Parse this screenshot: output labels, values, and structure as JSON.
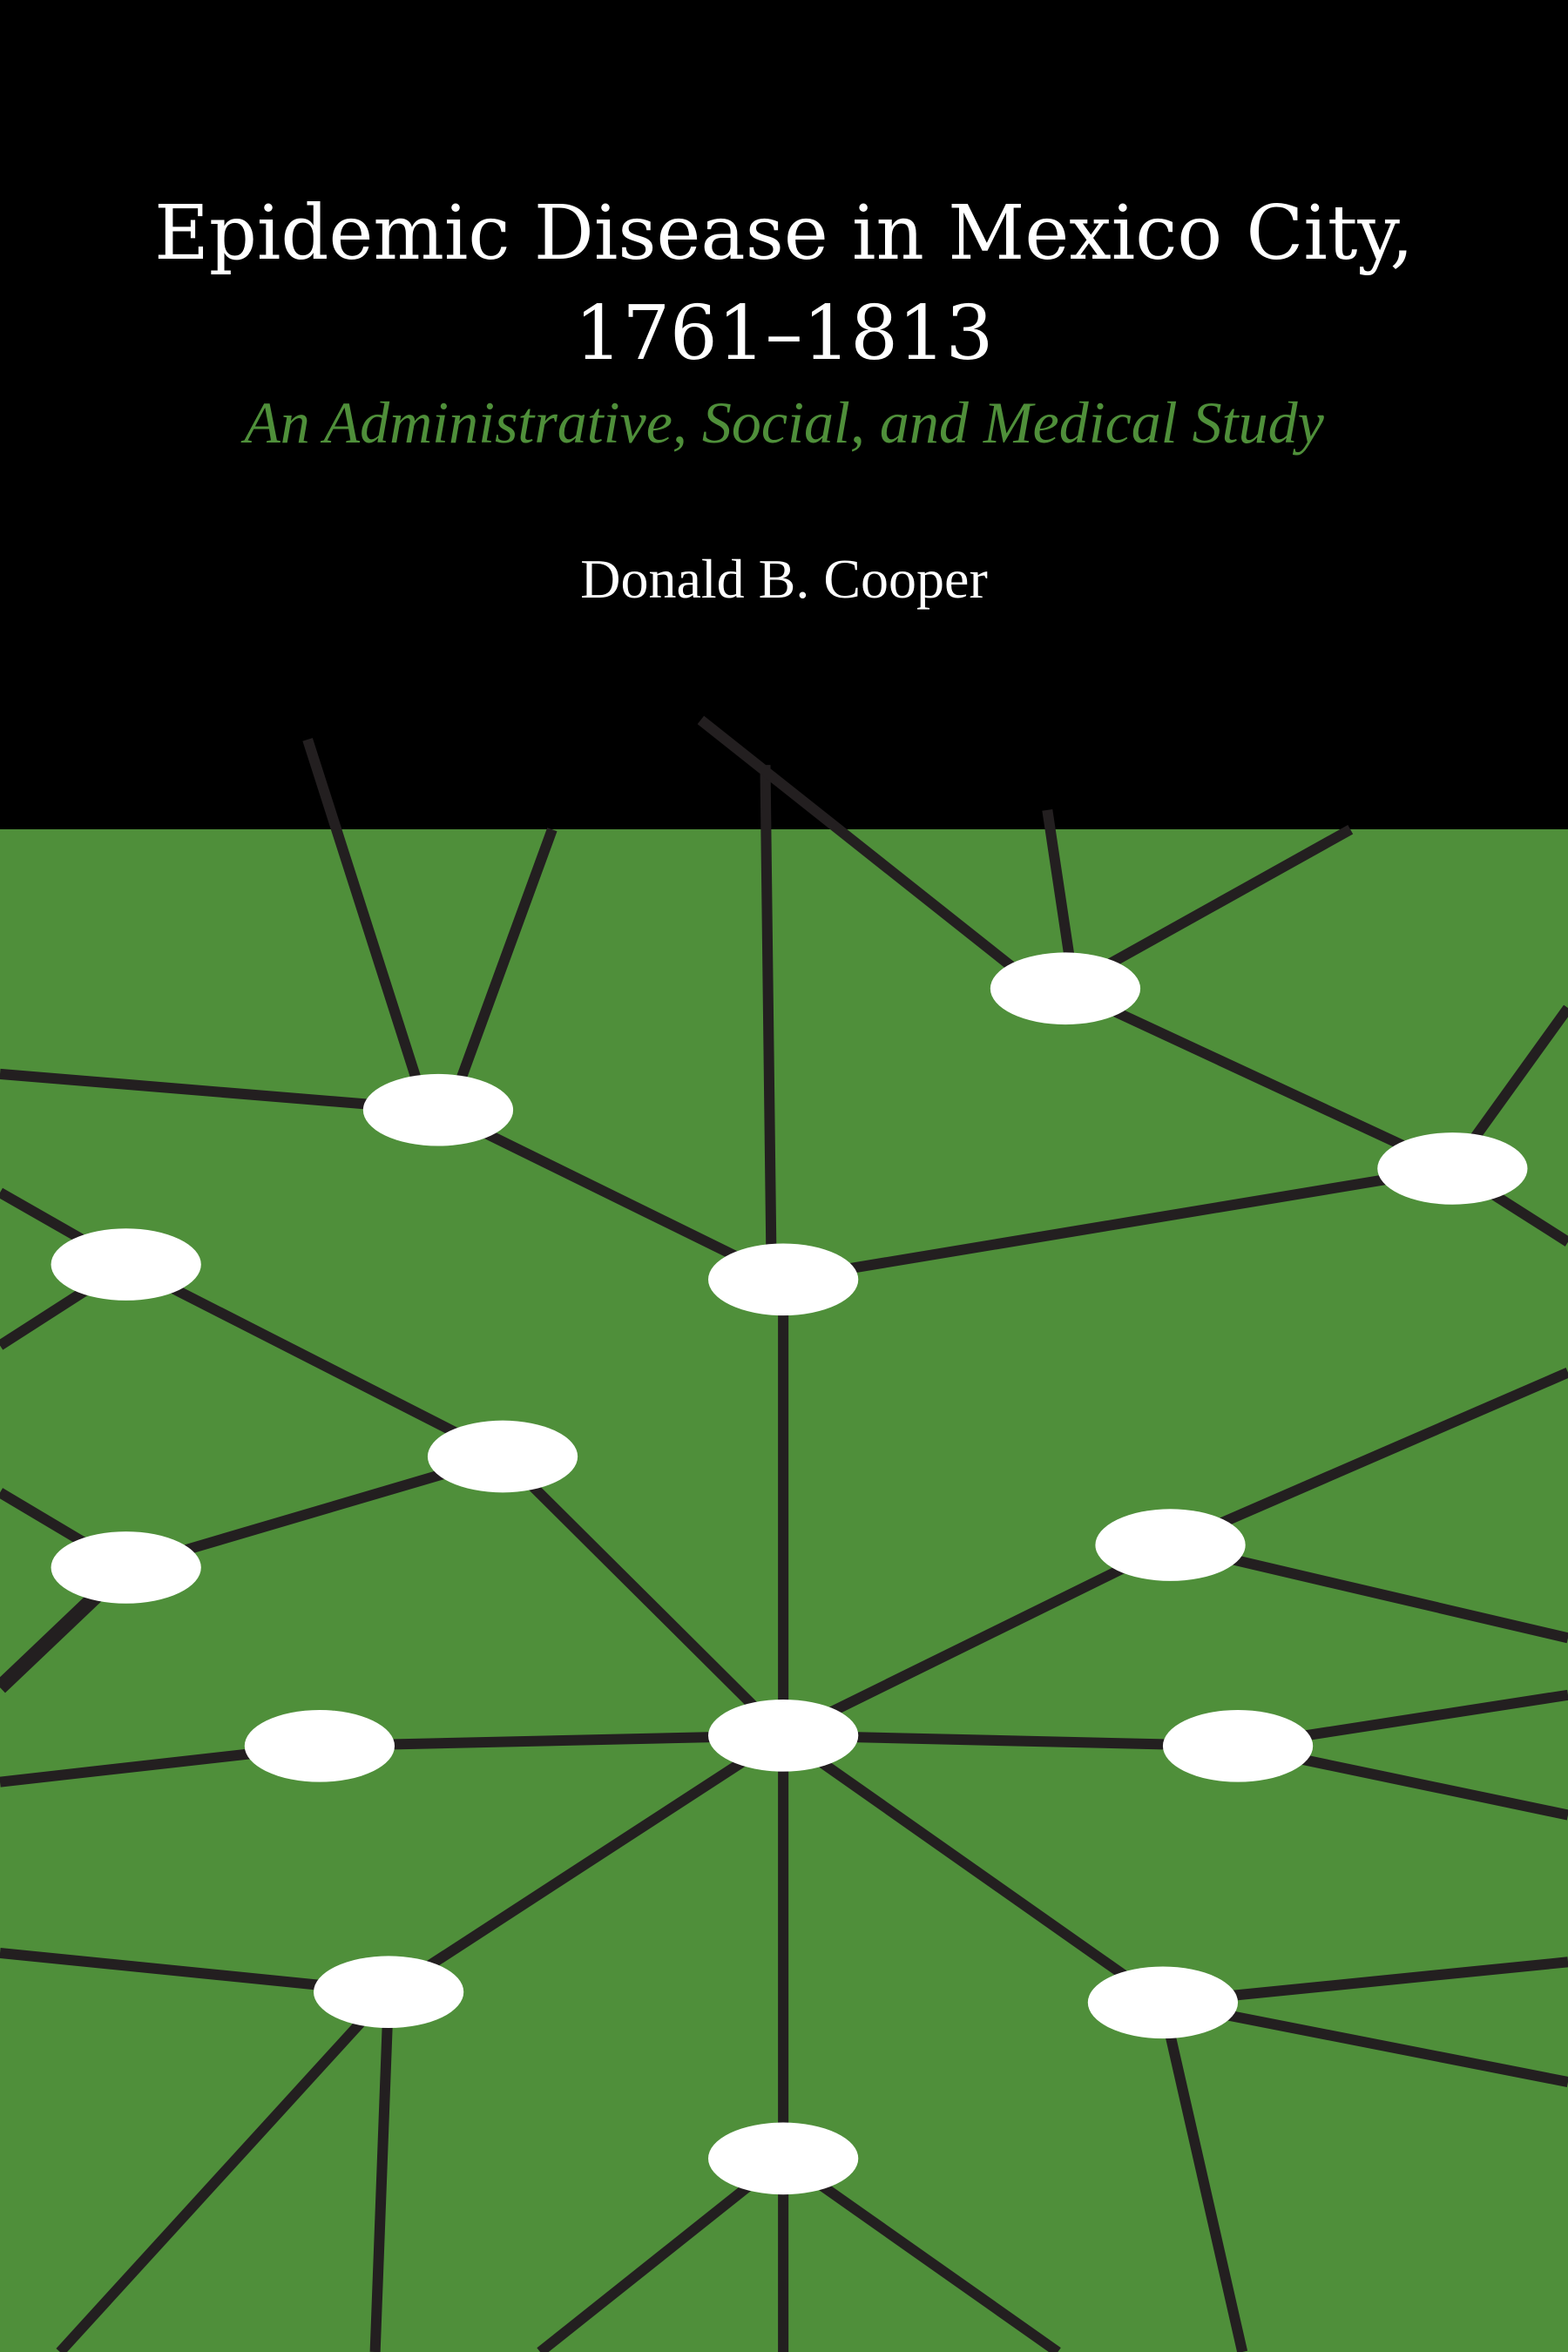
{
  "cover": {
    "title_line1": "Epidemic Disease in Mexico City,",
    "title_line2": "1761–1813",
    "subtitle": "An Administrative, Social, and Medical Study",
    "author": "Donald B. Cooper"
  },
  "colors": {
    "top_background": "#000000",
    "bottom_background": "#4f8f3a",
    "subtitle": "#4f8f3a",
    "network_lines": "#231f20",
    "network_nodes": "#ffffff"
  }
}
